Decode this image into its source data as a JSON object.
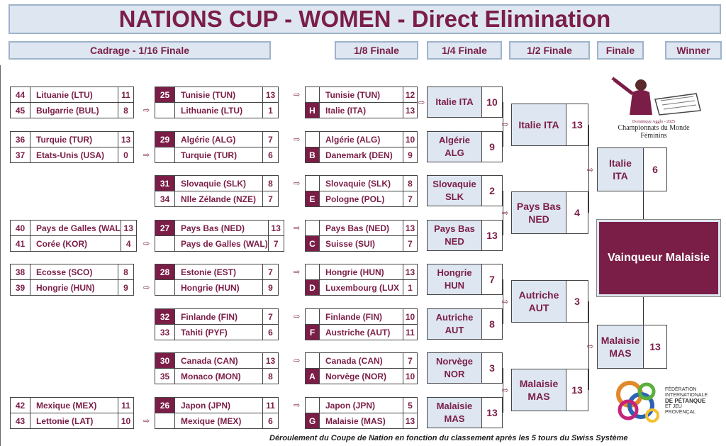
{
  "title": "NATIONS CUP - WOMEN - Direct Elimination",
  "headers": {
    "cadrage": "Cadrage - 1/16 Finale",
    "r8": "1/8 Finale",
    "qf": "1/4 Finale",
    "sf": "1/2 Finale",
    "final": "Finale",
    "winner": "Winner"
  },
  "cadrage": [
    {
      "seed": "44",
      "team": "Lituanie (LTU)",
      "score": "11"
    },
    {
      "seed": "45",
      "team": "Bulgarrie (BUL)",
      "score": "8"
    },
    {
      "seed": "36",
      "team": "Turquie (TUR)",
      "score": "13"
    },
    {
      "seed": "37",
      "team": "Etats-Unis (USA)",
      "score": "0"
    },
    {
      "seed": "40",
      "team": "Pays de Galles (WAL",
      "score": "13"
    },
    {
      "seed": "41",
      "team": "Corée (KOR)",
      "score": "4"
    },
    {
      "seed": "38",
      "team": "Ecosse (SCO)",
      "score": "8"
    },
    {
      "seed": "39",
      "team": "Hongrie (HUN)",
      "score": "9"
    },
    {
      "seed": "42",
      "team": "Mexique (MEX)",
      "score": "11"
    },
    {
      "seed": "43",
      "team": "Lettonie (LAT)",
      "score": "10"
    }
  ],
  "r16": [
    {
      "seed": "25",
      "team": "Tunisie (TUN)",
      "score": "13"
    },
    {
      "seed": "",
      "team": "Lithuanie (LTU)",
      "score": "1"
    },
    {
      "seed": "29",
      "team": "Algérie (ALG)",
      "score": "7"
    },
    {
      "seed": "",
      "team": "Turquie (TUR)",
      "score": "6"
    },
    {
      "seed": "31",
      "team": "Slovaquie (SLK)",
      "score": "8"
    },
    {
      "seed": "34",
      "team": "Nlle Zélande (NZE)",
      "score": "7"
    },
    {
      "seed": "27",
      "team": "Pays Bas (NED)",
      "score": "13"
    },
    {
      "seed": "",
      "team": "Pays de Galles (WAL)",
      "score": "7"
    },
    {
      "seed": "28",
      "team": "Estonie (EST)",
      "score": "7"
    },
    {
      "seed": "",
      "team": "Hongrie (HUN)",
      "score": "9"
    },
    {
      "seed": "32",
      "team": "Finlande (FIN)",
      "score": "7"
    },
    {
      "seed": "33",
      "team": "Tahiti (PYF)",
      "score": "6"
    },
    {
      "seed": "30",
      "team": "Canada (CAN)",
      "score": "13"
    },
    {
      "seed": "35",
      "team": "Monaco (MON)",
      "score": "8"
    },
    {
      "seed": "26",
      "team": "Japon (JPN)",
      "score": "11"
    },
    {
      "seed": "",
      "team": "Mexique (MEX)",
      "score": "6"
    }
  ],
  "r8": [
    {
      "letter": "",
      "team": "Tunisie (TUN)",
      "score": "12"
    },
    {
      "letter": "H",
      "team": "Italie (ITA)",
      "score": "13"
    },
    {
      "letter": "",
      "team": "Algérie (ALG)",
      "score": "10"
    },
    {
      "letter": "B",
      "team": "Danemark (DEN)",
      "score": "9"
    },
    {
      "letter": "",
      "team": "Slovaquie (SLK)",
      "score": "8"
    },
    {
      "letter": "E",
      "team": "Pologne (POL)",
      "score": "7"
    },
    {
      "letter": "",
      "team": "Pays Bas (NED)",
      "score": "13"
    },
    {
      "letter": "C",
      "team": "Suisse (SUI)",
      "score": "7"
    },
    {
      "letter": "",
      "team": "Hongrie (HUN)",
      "score": "13"
    },
    {
      "letter": "D",
      "team": "Luxembourg (LUX",
      "score": "1"
    },
    {
      "letter": "",
      "team": "Finlande (FIN)",
      "score": "10"
    },
    {
      "letter": "F",
      "team": "Austriche (AUT)",
      "score": "11"
    },
    {
      "letter": "",
      "team": "Canada (CAN)",
      "score": "7"
    },
    {
      "letter": "A",
      "team": "Norvège (NOR)",
      "score": "10"
    },
    {
      "letter": "",
      "team": "Japon (JPN)",
      "score": "5"
    },
    {
      "letter": "G",
      "team": "Malaisie (MAS)",
      "score": "13"
    }
  ],
  "qf": [
    {
      "line1": "Italie ITA",
      "line2": "",
      "score": "10"
    },
    {
      "line1": "Algérie",
      "line2": "ALG",
      "score": "9"
    },
    {
      "line1": "Slovaquie",
      "line2": "SLK",
      "score": "2"
    },
    {
      "line1": "Pays Bas",
      "line2": "NED",
      "score": "13"
    },
    {
      "line1": "Hongrie",
      "line2": "HUN",
      "score": "7"
    },
    {
      "line1": "Autriche",
      "line2": "AUT",
      "score": "8"
    },
    {
      "line1": "Norvège",
      "line2": "NOR",
      "score": "3"
    },
    {
      "line1": "Malaisie",
      "line2": "MAS",
      "score": "13"
    }
  ],
  "sf": [
    {
      "line1": "Italie ITA",
      "line2": "",
      "score": "13"
    },
    {
      "line1": "Pays Bas",
      "line2": "NED",
      "score": "4"
    },
    {
      "line1": "Autriche",
      "line2": "AUT",
      "score": "3"
    },
    {
      "line1": "Malaisie",
      "line2": "MAS",
      "score": "13"
    }
  ],
  "final": [
    {
      "line1": "Italie",
      "line2": "ITA",
      "score": "6"
    },
    {
      "line1": "Malaisie",
      "line2": "MAS",
      "score": "13"
    }
  ],
  "winner": "Vainqueur  Malaisie",
  "logo1": {
    "line1": "Championnats du Monde",
    "line2": "Féminins",
    "small": "Dominique Agglo - 2025"
  },
  "logo2": {
    "line1": "FÉDÉRATION",
    "line2": "INTERNATIONALE",
    "line3": "DE PÉTANQUE",
    "line4": "ET JEU",
    "line5": "PROVENÇAL"
  },
  "footer": "Déroulement du Coupe de Nation en fonction du classement après les 5 tours du Swiss Système",
  "arrow": "⇨"
}
